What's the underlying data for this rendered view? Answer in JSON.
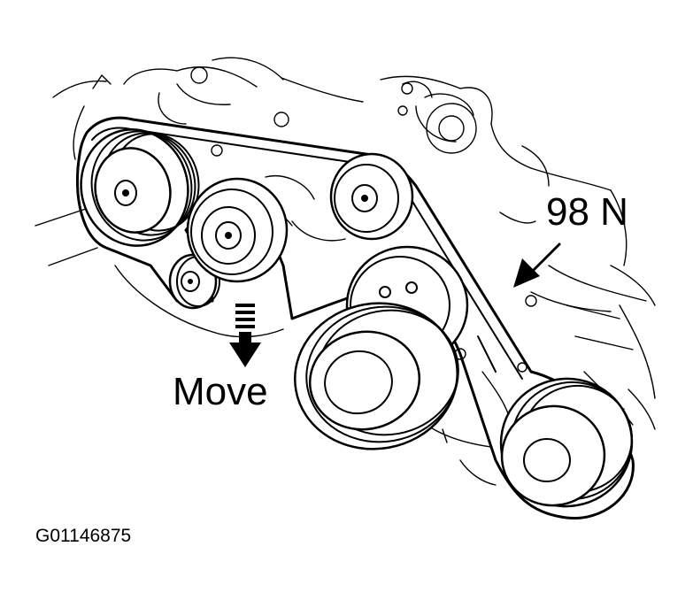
{
  "figure": {
    "force_label": "98 N",
    "move_label": "Move",
    "figure_code": "G01146875"
  },
  "colors": {
    "line": "#000000",
    "background": "#ffffff"
  }
}
